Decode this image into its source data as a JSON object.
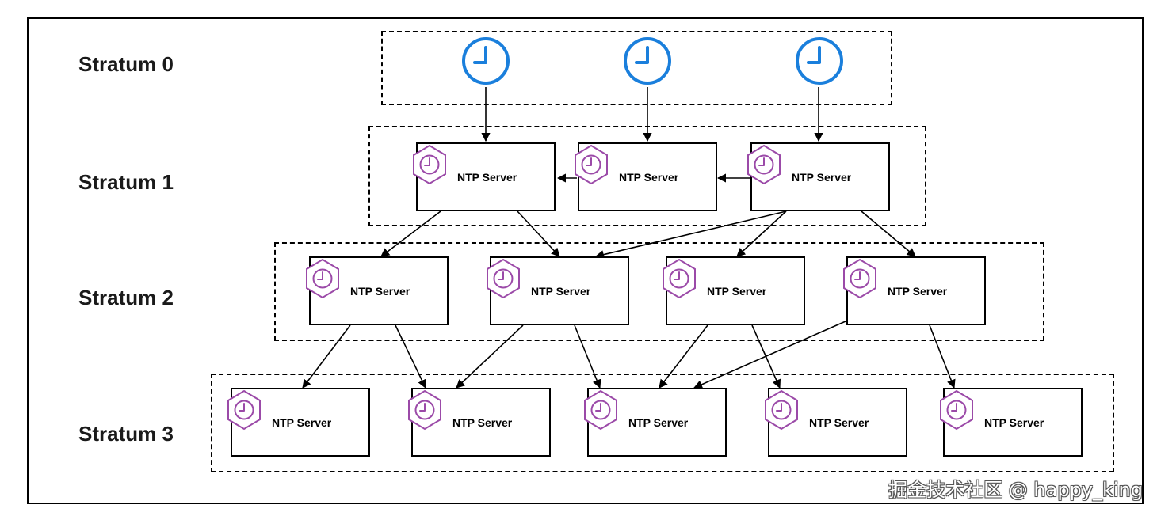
{
  "strata": [
    {
      "label": "Stratum 0"
    },
    {
      "label": "Stratum 1"
    },
    {
      "label": "Stratum 2"
    },
    {
      "label": "Stratum 3"
    }
  ],
  "server_label": "NTP Server",
  "watermark": "掘金技术社区 @ happy_king",
  "colors": {
    "clock": "#1a7fdc",
    "server_icon": "#9b4aa8",
    "line": "#000000"
  },
  "icons": {
    "reference_clock": "clock-icon",
    "server": "hexagon-clock-icon"
  }
}
